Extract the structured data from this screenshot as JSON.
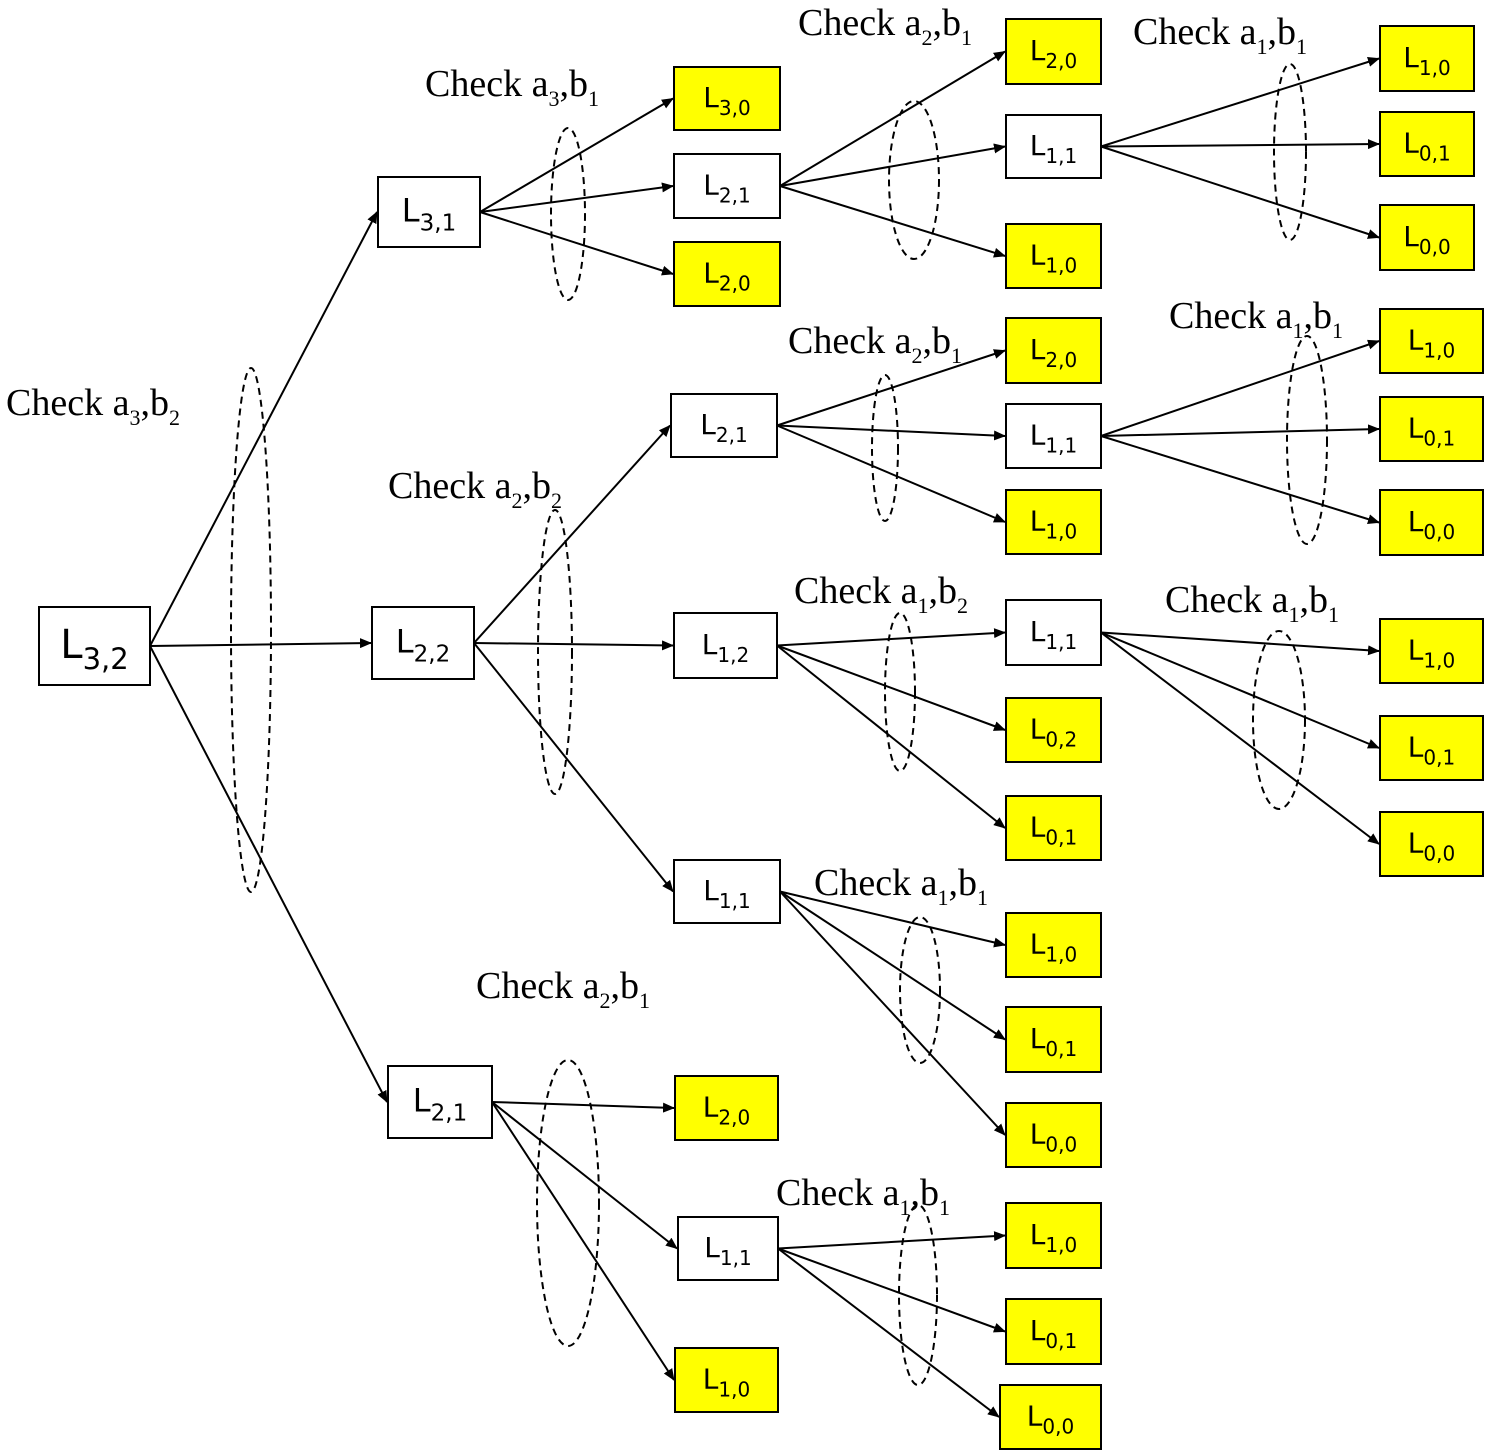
{
  "colors": {
    "leaf_fill": "#ffff00",
    "internal_fill": "#ffffff",
    "stroke": "#000000"
  },
  "nodes": [
    {
      "id": "n_root",
      "letter": "L",
      "sub": "3,2",
      "leaf": false
    },
    {
      "id": "n_a",
      "letter": "L",
      "sub": "3,1",
      "leaf": false
    },
    {
      "id": "n_b",
      "letter": "L",
      "sub": "2,2",
      "leaf": false
    },
    {
      "id": "n_c",
      "letter": "L",
      "sub": "2,1",
      "leaf": false
    },
    {
      "id": "n_a1",
      "letter": "L",
      "sub": "3,0",
      "leaf": true
    },
    {
      "id": "n_a2",
      "letter": "L",
      "sub": "2,1",
      "leaf": false
    },
    {
      "id": "n_a3",
      "letter": "L",
      "sub": "2,0",
      "leaf": true
    },
    {
      "id": "n_a2a",
      "letter": "L",
      "sub": "2,0",
      "leaf": true
    },
    {
      "id": "n_a2b",
      "letter": "L",
      "sub": "1,1",
      "leaf": false
    },
    {
      "id": "n_a2c",
      "letter": "L",
      "sub": "1,0",
      "leaf": true
    },
    {
      "id": "n_a2b1",
      "letter": "L",
      "sub": "1,0",
      "leaf": true
    },
    {
      "id": "n_a2b2",
      "letter": "L",
      "sub": "0,1",
      "leaf": true
    },
    {
      "id": "n_a2b3",
      "letter": "L",
      "sub": "0,0",
      "leaf": true
    },
    {
      "id": "n_b1",
      "letter": "L",
      "sub": "2,1",
      "leaf": false
    },
    {
      "id": "n_b2",
      "letter": "L",
      "sub": "1,2",
      "leaf": false
    },
    {
      "id": "n_b3",
      "letter": "L",
      "sub": "1,1",
      "leaf": false
    },
    {
      "id": "n_b1a",
      "letter": "L",
      "sub": "2,0",
      "leaf": true
    },
    {
      "id": "n_b1b",
      "letter": "L",
      "sub": "1,1",
      "leaf": false
    },
    {
      "id": "n_b1c",
      "letter": "L",
      "sub": "1,0",
      "leaf": true
    },
    {
      "id": "n_b1b1",
      "letter": "L",
      "sub": "1,0",
      "leaf": true
    },
    {
      "id": "n_b1b2",
      "letter": "L",
      "sub": "0,1",
      "leaf": true
    },
    {
      "id": "n_b1b3",
      "letter": "L",
      "sub": "0,0",
      "leaf": true
    },
    {
      "id": "n_b2a",
      "letter": "L",
      "sub": "1,1",
      "leaf": false
    },
    {
      "id": "n_b2b",
      "letter": "L",
      "sub": "0,2",
      "leaf": true
    },
    {
      "id": "n_b2c",
      "letter": "L",
      "sub": "0,1",
      "leaf": true
    },
    {
      "id": "n_b2a1",
      "letter": "L",
      "sub": "1,0",
      "leaf": true
    },
    {
      "id": "n_b2a2",
      "letter": "L",
      "sub": "0,1",
      "leaf": true
    },
    {
      "id": "n_b2a3",
      "letter": "L",
      "sub": "0,0",
      "leaf": true
    },
    {
      "id": "n_b3a",
      "letter": "L",
      "sub": "1,0",
      "leaf": true
    },
    {
      "id": "n_b3b",
      "letter": "L",
      "sub": "0,1",
      "leaf": true
    },
    {
      "id": "n_b3c",
      "letter": "L",
      "sub": "0,0",
      "leaf": true
    },
    {
      "id": "n_c1",
      "letter": "L",
      "sub": "2,0",
      "leaf": true
    },
    {
      "id": "n_c2",
      "letter": "L",
      "sub": "1,1",
      "leaf": false
    },
    {
      "id": "n_c3",
      "letter": "L",
      "sub": "1,0",
      "leaf": true
    },
    {
      "id": "n_c2a",
      "letter": "L",
      "sub": "1,0",
      "leaf": true
    },
    {
      "id": "n_c2b",
      "letter": "L",
      "sub": "0,1",
      "leaf": true
    },
    {
      "id": "n_c2c",
      "letter": "L",
      "sub": "0,0",
      "leaf": true
    }
  ],
  "edges": [
    [
      "n_root",
      "n_a"
    ],
    [
      "n_root",
      "n_b"
    ],
    [
      "n_root",
      "n_c"
    ],
    [
      "n_a",
      "n_a1"
    ],
    [
      "n_a",
      "n_a2"
    ],
    [
      "n_a",
      "n_a3"
    ],
    [
      "n_a2",
      "n_a2a"
    ],
    [
      "n_a2",
      "n_a2b"
    ],
    [
      "n_a2",
      "n_a2c"
    ],
    [
      "n_a2b",
      "n_a2b1"
    ],
    [
      "n_a2b",
      "n_a2b2"
    ],
    [
      "n_a2b",
      "n_a2b3"
    ],
    [
      "n_b",
      "n_b1"
    ],
    [
      "n_b",
      "n_b2"
    ],
    [
      "n_b",
      "n_b3"
    ],
    [
      "n_b1",
      "n_b1a"
    ],
    [
      "n_b1",
      "n_b1b"
    ],
    [
      "n_b1",
      "n_b1c"
    ],
    [
      "n_b1b",
      "n_b1b1"
    ],
    [
      "n_b1b",
      "n_b1b2"
    ],
    [
      "n_b1b",
      "n_b1b3"
    ],
    [
      "n_b2",
      "n_b2a"
    ],
    [
      "n_b2",
      "n_b2b"
    ],
    [
      "n_b2",
      "n_b2c"
    ],
    [
      "n_b2a",
      "n_b2a1"
    ],
    [
      "n_b2a",
      "n_b2a2"
    ],
    [
      "n_b2a",
      "n_b2a3"
    ],
    [
      "n_b3",
      "n_b3a"
    ],
    [
      "n_b3",
      "n_b3b"
    ],
    [
      "n_b3",
      "n_b3c"
    ],
    [
      "n_c",
      "n_c1"
    ],
    [
      "n_c",
      "n_c2"
    ],
    [
      "n_c",
      "n_c3"
    ],
    [
      "n_c2",
      "n_c2a"
    ],
    [
      "n_c2",
      "n_c2b"
    ],
    [
      "n_c2",
      "n_c2c"
    ]
  ],
  "check_labels": [
    {
      "id": "chk_root",
      "prefix": "Check",
      "a": "3",
      "b": "2"
    },
    {
      "id": "chk_a",
      "prefix": "Check",
      "a": "3",
      "b": "1"
    },
    {
      "id": "chk_a2",
      "prefix": "Check",
      "a": "2",
      "b": "1"
    },
    {
      "id": "chk_a2b",
      "prefix": "Check",
      "a": "1",
      "b": "1"
    },
    {
      "id": "chk_b1",
      "prefix": "Check",
      "a": "2",
      "b": "1"
    },
    {
      "id": "chk_b1b",
      "prefix": "Check",
      "a": "1",
      "b": "1"
    },
    {
      "id": "chk_b",
      "prefix": "Check",
      "a": "2",
      "b": "2"
    },
    {
      "id": "chk_b2",
      "prefix": "Check",
      "a": "1",
      "b": "2"
    },
    {
      "id": "chk_b2a",
      "prefix": "Check",
      "a": "1",
      "b": "1"
    },
    {
      "id": "chk_b3",
      "prefix": "Check",
      "a": "1",
      "b": "1"
    },
    {
      "id": "chk_c",
      "prefix": "Check",
      "a": "2",
      "b": "1"
    },
    {
      "id": "chk_c2",
      "prefix": "Check",
      "a": "1",
      "b": "1"
    }
  ]
}
